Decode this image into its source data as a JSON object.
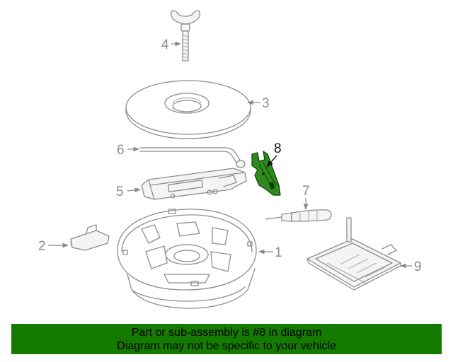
{
  "diagram": {
    "callouts": [
      {
        "id": "1",
        "label": "1"
      },
      {
        "id": "2",
        "label": "2"
      },
      {
        "id": "3",
        "label": "3"
      },
      {
        "id": "4",
        "label": "4"
      },
      {
        "id": "5",
        "label": "5"
      },
      {
        "id": "6",
        "label": "6"
      },
      {
        "id": "7",
        "label": "7"
      },
      {
        "id": "8",
        "label": "8"
      },
      {
        "id": "9",
        "label": "9"
      }
    ],
    "highlighted_part": "8",
    "colors": {
      "highlight": "#2e8b1e",
      "outline": "#8c8c8c",
      "banner": "#157a00"
    }
  },
  "banner": {
    "line1": "Part or sub-assembly is #8 in diagram",
    "line2": "Diagram may not be specific to your vehicle"
  }
}
